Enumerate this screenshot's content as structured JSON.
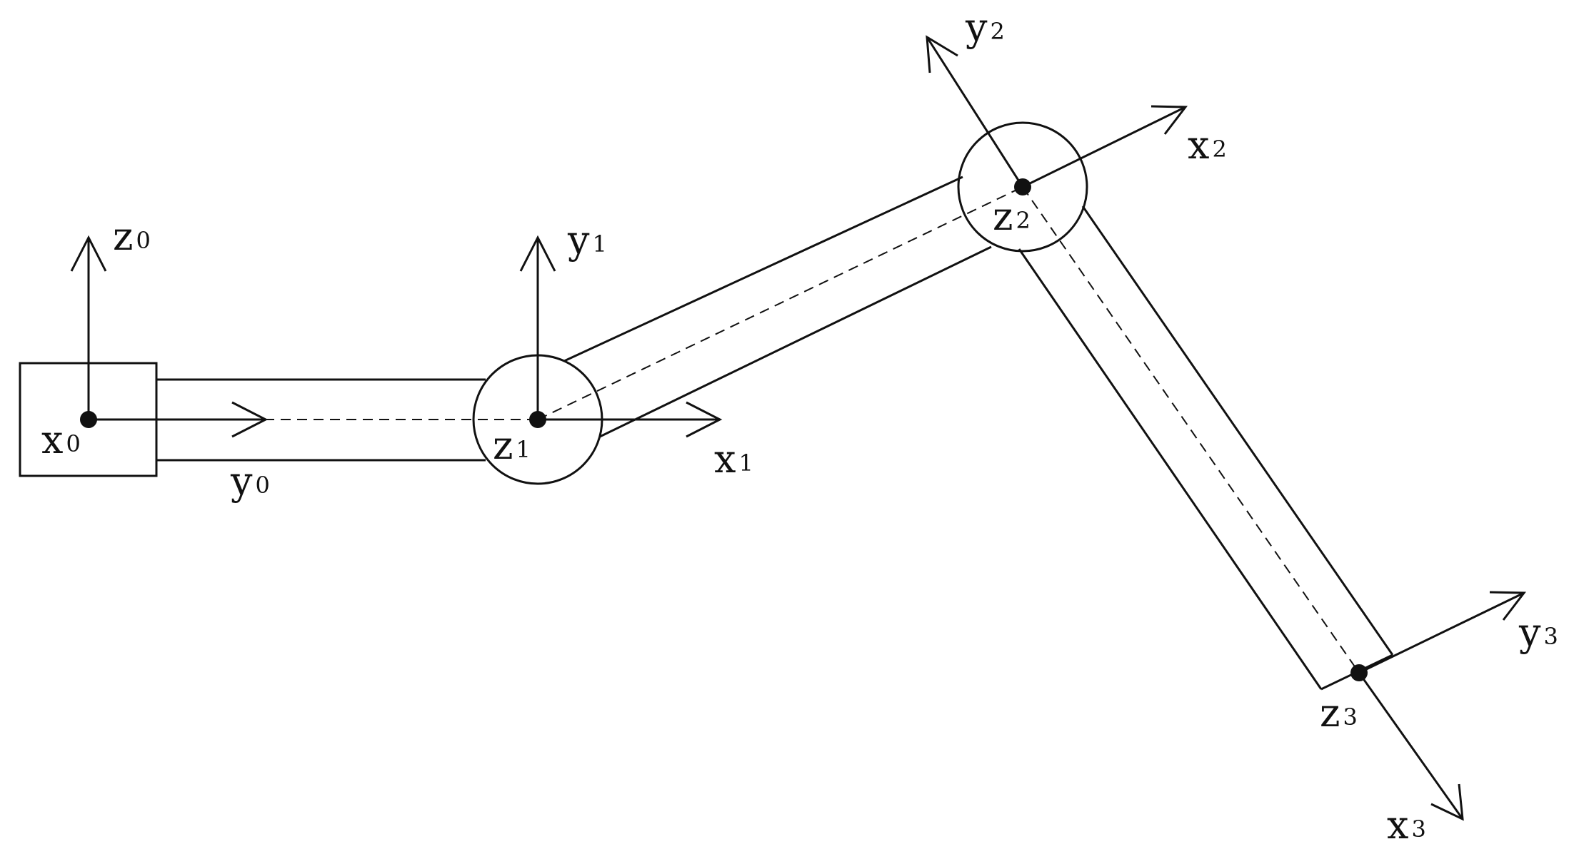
{
  "frames": [
    {
      "id": "0",
      "axes": {
        "x": {
          "letter": "x",
          "sub": "0"
        },
        "y": {
          "letter": "y",
          "sub": "0"
        },
        "z": {
          "letter": "z",
          "sub": "0"
        }
      }
    },
    {
      "id": "1",
      "axes": {
        "x": {
          "letter": "x",
          "sub": "1"
        },
        "y": {
          "letter": "y",
          "sub": "1"
        },
        "z": {
          "letter": "z",
          "sub": "1"
        }
      }
    },
    {
      "id": "2",
      "axes": {
        "x": {
          "letter": "x",
          "sub": "2"
        },
        "y": {
          "letter": "y",
          "sub": "2"
        },
        "z": {
          "letter": "z",
          "sub": "2"
        }
      }
    },
    {
      "id": "3",
      "axes": {
        "x": {
          "letter": "x",
          "sub": "3"
        },
        "y": {
          "letter": "y",
          "sub": "3"
        },
        "z": {
          "letter": "z",
          "sub": "3"
        }
      }
    }
  ]
}
